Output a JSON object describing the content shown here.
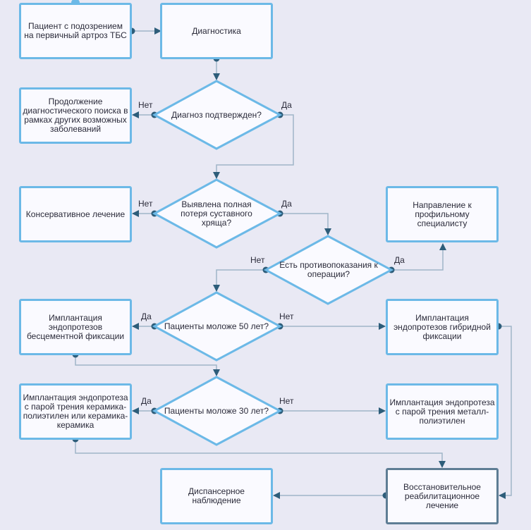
{
  "colors": {
    "box_border": "#6cb9e7",
    "box_fill": "#fafaff",
    "connector": "#9fb6c8",
    "arrow": "#2d5d7a",
    "background": "#e9e9f4"
  },
  "nodes": {
    "patient": "Пациент с подозрением на первичный артроз ТБС",
    "diagnostics": "Диагностика",
    "diag_confirmed": "Диагноз подтвержден?",
    "continue_search": "Продолжение диагностического поиска в рамках других возможных заболеваний",
    "cartilage_loss": "Выявлена полная потеря суставного хряща?",
    "conservative": "Консервативное лечение",
    "referral": "Направление к профильному специалисту",
    "contraindications": "Есть противопоказания к операции?",
    "cementless": "Имплантация эндопротезов бесцементной фиксации",
    "under50": "Пациенты моложе 50 лет?",
    "hybrid": "Имплантация эндопротезов гибридной фиксации",
    "ceramic": "Имплантация эндопротеза с парой трения керамика-полиэтилен или керамика-керамика",
    "under30": "Пациенты моложе 30 лет?",
    "metal": "Имплантация эндопротеза с парой трения металл-полиэтилен",
    "dispensary": "Диспансерное наблюдение",
    "rehab": "Восстановительное реабилитационное лечение"
  },
  "edge_labels": {
    "yes": "Да",
    "no": "Нет"
  }
}
